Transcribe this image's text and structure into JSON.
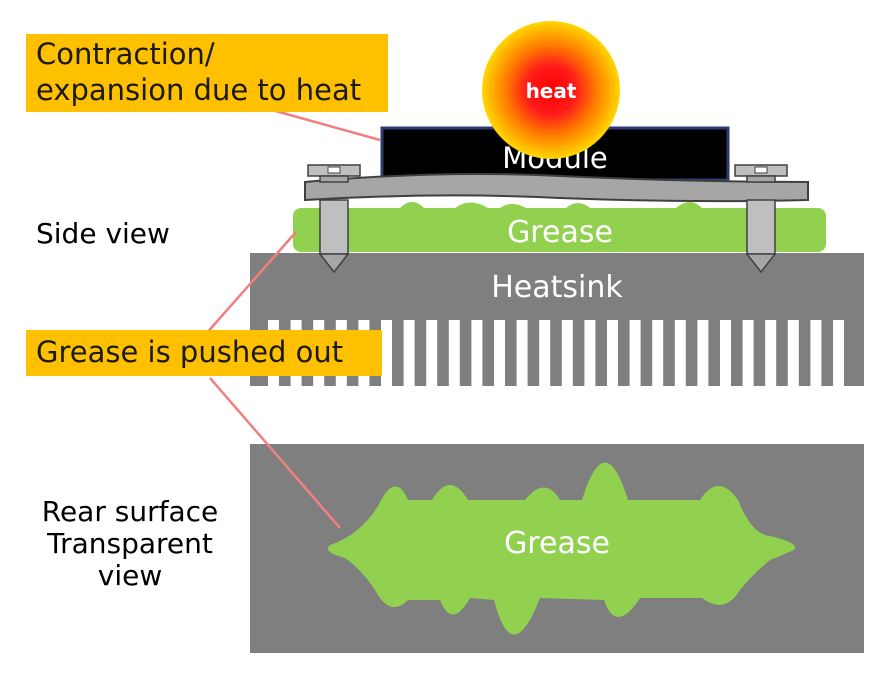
{
  "callouts": {
    "heat_effect": [
      "Contraction/",
      "expansion due to heat"
    ],
    "grease_pushed": "Grease is pushed out"
  },
  "labels": {
    "heat": "heat",
    "module": "Module",
    "grease_side": "Grease",
    "heatsink": "Heatsink",
    "grease_rear": "Grease",
    "side_view": "Side view",
    "rear_view": [
      "Rear surface",
      "Transparent",
      "view"
    ]
  },
  "colors": {
    "callout_bg": "#ffc000",
    "grease": "#92d050",
    "heatsink": "#7f7f7f",
    "module": "#000000",
    "module_border": "#2e3b73",
    "plate": "#a6a6a6",
    "leader": "#f08080",
    "heat_core": "#ff0000",
    "heat_outer": "#ffd700"
  }
}
